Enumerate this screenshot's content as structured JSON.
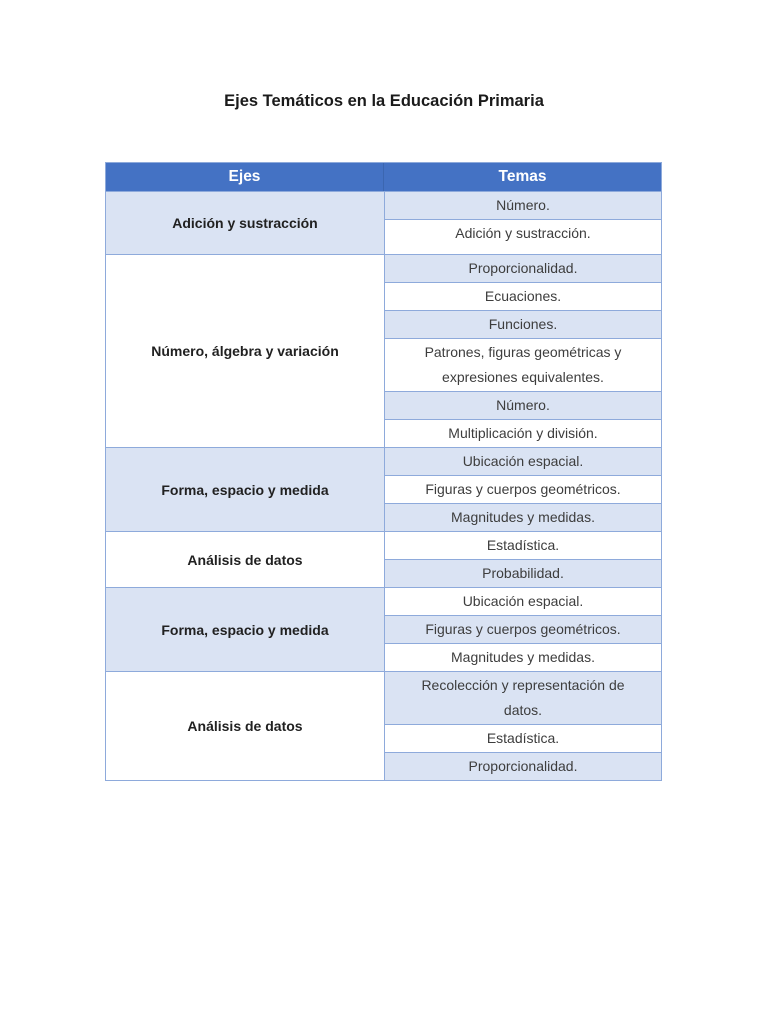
{
  "page": {
    "title": "Ejes Temáticos en la Educación Primaria"
  },
  "table": {
    "headers": [
      "Ejes",
      "Temas"
    ],
    "colors": {
      "header_bg": "#4472C4",
      "header_text": "#FFFFFF",
      "band_bg": "#DAE3F3",
      "border": "#8EAADB"
    },
    "groups": [
      {
        "eje": "Adición y sustracción",
        "eje_shaded": true,
        "temas": [
          {
            "text": "Número.",
            "shaded": true
          },
          {
            "text": "Adición y sustracción.",
            "shaded": false
          }
        ]
      },
      {
        "eje": "Número, álgebra y variación",
        "eje_shaded": false,
        "temas": [
          {
            "text": "Proporcionalidad.",
            "shaded": true
          },
          {
            "text": "Ecuaciones.",
            "shaded": false
          },
          {
            "text": "Funciones.",
            "shaded": true
          },
          {
            "text": "Patrones, figuras geométricas y expresiones equivalentes.",
            "shaded": false
          },
          {
            "text": "Número.",
            "shaded": true
          },
          {
            "text": "Multiplicación y división.",
            "shaded": false
          }
        ]
      },
      {
        "eje": "Forma, espacio y medida",
        "eje_shaded": true,
        "temas": [
          {
            "text": "Ubicación espacial.",
            "shaded": true
          },
          {
            "text": "Figuras y cuerpos geométricos.",
            "shaded": false
          },
          {
            "text": "Magnitudes y medidas.",
            "shaded": true
          }
        ]
      },
      {
        "eje": "Análisis de datos",
        "eje_shaded": false,
        "temas": [
          {
            "text": "Estadística.",
            "shaded": false
          },
          {
            "text": "Probabilidad.",
            "shaded": true
          }
        ]
      },
      {
        "eje": "Forma, espacio y medida",
        "eje_shaded": true,
        "temas": [
          {
            "text": "Ubicación espacial.",
            "shaded": false
          },
          {
            "text": "Figuras y cuerpos geométricos.",
            "shaded": true
          },
          {
            "text": "Magnitudes y medidas.",
            "shaded": false
          }
        ]
      },
      {
        "eje": "Análisis de datos",
        "eje_shaded": false,
        "temas": [
          {
            "text": "Recolección y representación de datos.",
            "shaded": true
          },
          {
            "text": "Estadística.",
            "shaded": false
          },
          {
            "text": "Proporcionalidad.",
            "shaded": true
          }
        ]
      }
    ]
  }
}
